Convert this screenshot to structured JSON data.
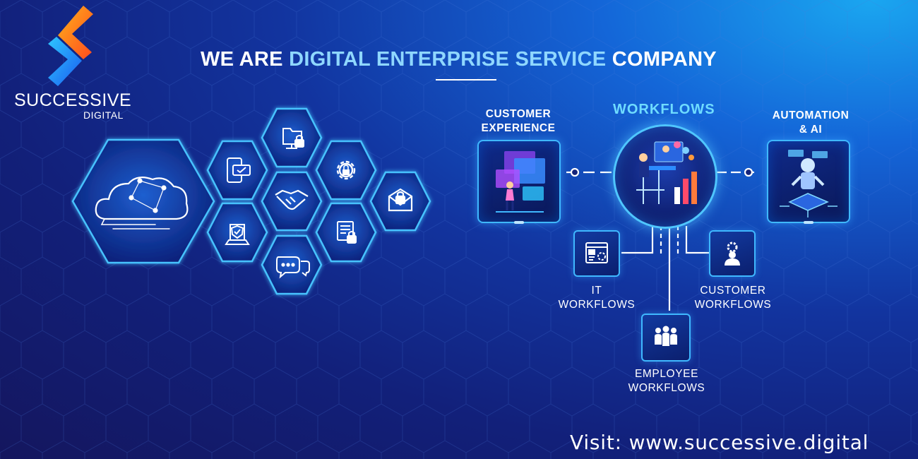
{
  "brand": {
    "name": "SUCCESSIVE",
    "sub": "DIGITAL"
  },
  "headline": {
    "part_a": "WE ARE ",
    "part_b": "DIGITAL ENTERPRISE SERVICE",
    "part_c": " COMPANY"
  },
  "workflow": {
    "title": "WORKFLOWS",
    "left_label_line1": "CUSTOMER",
    "left_label_line2": "EXPERIENCE",
    "right_label_line1": "AUTOMATION",
    "right_label_line2": "& AI",
    "it_line1": "IT",
    "it_line2": "WORKFLOWS",
    "customer_line1": "CUSTOMER",
    "customer_line2": "WORKFLOWS",
    "employee_line1": "EMPLOYEE",
    "employee_line2": "WORKFLOWS"
  },
  "hex_icons": [
    "cloud-network-icon",
    "mobile-payment-icon",
    "folder-lock-icon",
    "handshake-icon",
    "gear-lock-icon",
    "mail-lock-icon",
    "laptop-shield-icon",
    "document-lock-icon",
    "chat-bubbles-icon"
  ],
  "colors": {
    "accent": "#8fd7ff",
    "glow": "#3fb8ff",
    "orange": "#ff6a1a",
    "blue": "#1e8bff"
  },
  "footer": "Visit:  www.successive.digital"
}
